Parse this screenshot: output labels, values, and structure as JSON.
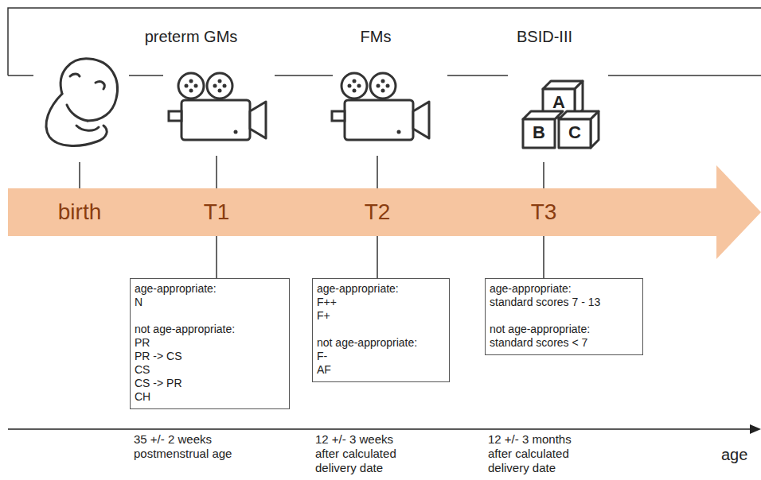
{
  "diagram": {
    "nodes": [
      {
        "text": [
          "birth",
          "T1",
          "T2",
          "T3"
        ]
      },
      {
        "text": [
          "age-appropriate:",
          "N",
          "not age-appropriate:",
          "PR",
          "PR -> CS",
          "CS",
          "CS -> PR",
          "CH"
        ]
      },
      {
        "text": [
          "age-appropriate:",
          "F++",
          "F+",
          "not age-appropriate:",
          "F-",
          "AF"
        ]
      },
      {
        "text": [
          "age-appropriate:",
          "standard scores 7 - 13",
          "not age-appropriate:",
          "standard scores < 7"
        ]
      }
    ],
    "edges": [
      {
        "from": 0,
        "to": 1,
        "arrow": "none"
      },
      {
        "from": 0,
        "to": 2,
        "arrow": "none"
      },
      {
        "from": 0,
        "to": 3,
        "arrow": "none"
      }
    ],
    "labels": [
      "preterm GMs",
      "FMs",
      "BSID-III",
      "A",
      "B",
      "C",
      "35 +/- 2 weeks postmenstrual age",
      "12 +/- 3 weeks after calculated delivery date",
      "12 +/- 3 months after calculated delivery date",
      "age"
    ]
  }
}
